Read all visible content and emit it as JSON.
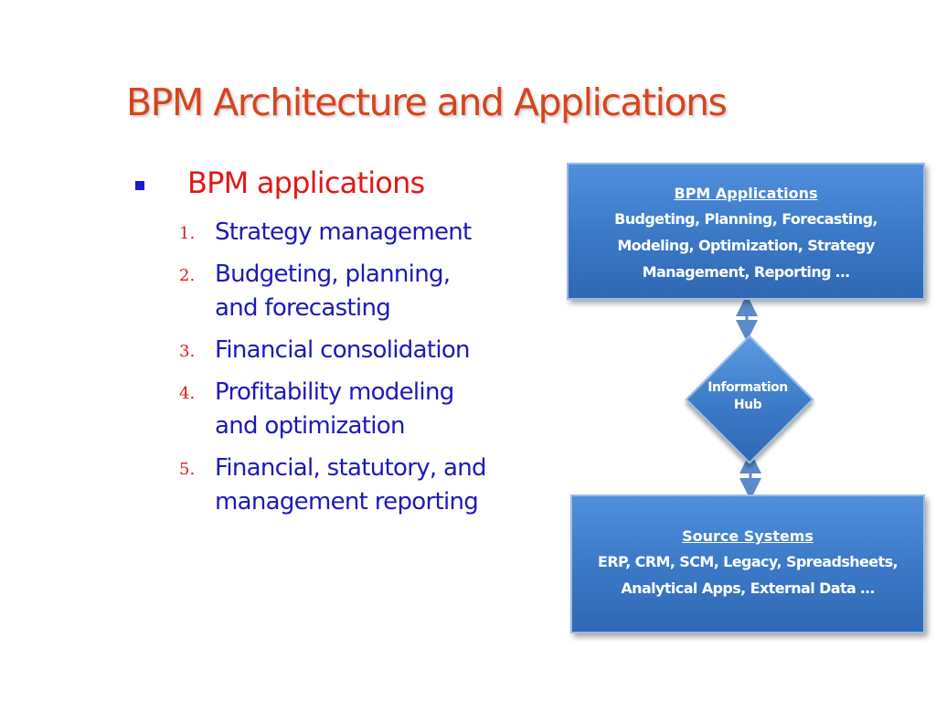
{
  "slide": {
    "title": "BPM Architecture and Applications",
    "bullet": "BPM applications",
    "items": [
      {
        "num": "1.",
        "text": "Strategy management"
      },
      {
        "num": "2.",
        "text": "Budgeting, planning,\nand forecasting"
      },
      {
        "num": "3.",
        "text": "Financial consolidation"
      },
      {
        "num": "4.",
        "text": "Profitability modeling\nand optimization"
      },
      {
        "num": "5.",
        "text": "Financial, statutory, and\nmanagement reporting"
      }
    ]
  },
  "diagram": {
    "top_box": {
      "heading": "BPM Applications",
      "lines": [
        "Budgeting, Planning, Forecasting,",
        "Modeling, Optimization, Strategy",
        "Management, Reporting …"
      ]
    },
    "hub": {
      "lines": [
        "Information",
        "Hub"
      ]
    },
    "bottom_box": {
      "heading": "Source Systems",
      "lines": [
        "ERP, CRM, SCM, Legacy, Spreadsheets,",
        "Analytical Apps, External Data …"
      ]
    }
  },
  "colors": {
    "title": "#d9431c",
    "bullet_text": "#e01818",
    "item_text": "#1a1ab8",
    "box_fill": "#3a78c6",
    "connector": "#5a8ac8"
  }
}
